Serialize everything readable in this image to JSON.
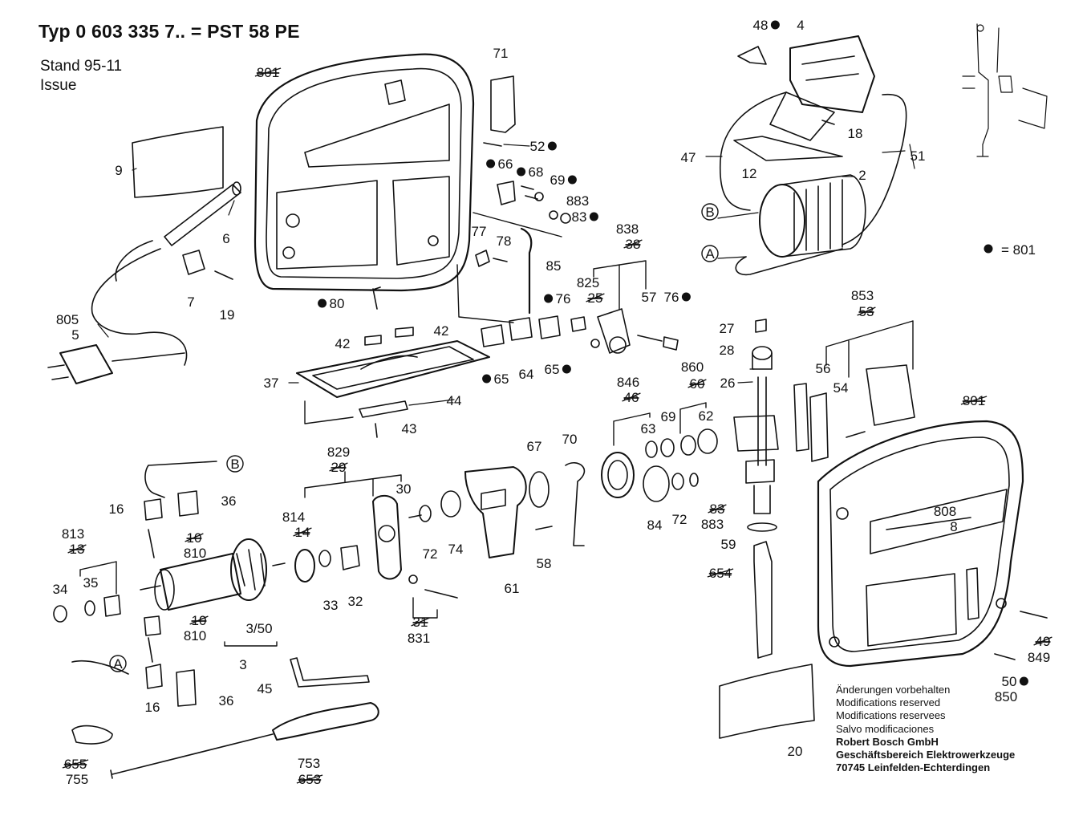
{
  "header": {
    "title": "Typ 0 603 335 7.. = PST 58 PE",
    "stand": "Stand  95-11",
    "issue": "Issue"
  },
  "legend": {
    "dot_label": "= 801"
  },
  "footer": {
    "l1": "Änderungen vorbehalten",
    "l2": "Modifications reserved",
    "l3": "Modifications reservees",
    "l4": "Salvo modificaciones",
    "l5": "Robert Bosch GmbH",
    "l6": "Geschäftsbereich Elektrowerkzeuge",
    "l7": "70745 Leinfelden-Echterdingen"
  },
  "callouts": [
    {
      "t": "801",
      "s": true
    },
    {
      "t": "71"
    },
    {
      "t": "52",
      "dot": "after"
    },
    {
      "t": "9"
    },
    {
      "t": "6"
    },
    {
      "t": "66",
      "dot": "before"
    },
    {
      "t": "68",
      "dot": "before"
    },
    {
      "t": "69",
      "dot": "after"
    },
    {
      "t": "883"
    },
    {
      "t": "83",
      "dot": "after"
    },
    {
      "t": "7"
    },
    {
      "t": "19"
    },
    {
      "t": "77"
    },
    {
      "t": "78"
    },
    {
      "t": "85"
    },
    {
      "t": "805"
    },
    {
      "t": "5"
    },
    {
      "t": "80",
      "dot": "before"
    },
    {
      "t": "42"
    },
    {
      "t": "42"
    },
    {
      "t": "37"
    },
    {
      "t": "44"
    },
    {
      "t": "43"
    },
    {
      "t": "64"
    },
    {
      "t": "65",
      "dot": "before"
    },
    {
      "t": "65",
      "dot": "after"
    },
    {
      "t": "76",
      "dot": "before"
    },
    {
      "t": "838"
    },
    {
      "t": "38",
      "s": true
    },
    {
      "t": "825"
    },
    {
      "t": "25",
      "s": true
    },
    {
      "t": "57"
    },
    {
      "t": "76",
      "dot": "after"
    },
    {
      "t": "48",
      "dot": "after"
    },
    {
      "t": "4"
    },
    {
      "t": "18"
    },
    {
      "t": "47"
    },
    {
      "t": "12"
    },
    {
      "t": "2"
    },
    {
      "t": "51"
    },
    {
      "t": "B",
      "circ": true
    },
    {
      "t": "A",
      "circ": true
    },
    {
      "t": "853"
    },
    {
      "t": "53",
      "s": true
    },
    {
      "t": "27"
    },
    {
      "t": "28"
    },
    {
      "t": "26"
    },
    {
      "t": "56"
    },
    {
      "t": "54"
    },
    {
      "t": "801",
      "s": true
    },
    {
      "t": "846"
    },
    {
      "t": "46",
      "s": true
    },
    {
      "t": "860"
    },
    {
      "t": "60",
      "s": true
    },
    {
      "t": "63"
    },
    {
      "t": "69"
    },
    {
      "t": "62"
    },
    {
      "t": "67"
    },
    {
      "t": "70"
    },
    {
      "t": "61"
    },
    {
      "t": "58"
    },
    {
      "t": "84"
    },
    {
      "t": "72"
    },
    {
      "t": "83",
      "s": true
    },
    {
      "t": "883"
    },
    {
      "t": "59"
    },
    {
      "t": "654",
      "s": true
    },
    {
      "t": "808"
    },
    {
      "t": "8"
    },
    {
      "t": "49",
      "s": true
    },
    {
      "t": "849"
    },
    {
      "t": "50",
      "dot": "after"
    },
    {
      "t": "850"
    },
    {
      "t": "20"
    },
    {
      "t": "829"
    },
    {
      "t": "29",
      "s": true
    },
    {
      "t": "30"
    },
    {
      "t": "814"
    },
    {
      "t": "14",
      "s": true
    },
    {
      "t": "72"
    },
    {
      "t": "74"
    },
    {
      "t": "33"
    },
    {
      "t": "32"
    },
    {
      "t": "31",
      "s": true
    },
    {
      "t": "831"
    },
    {
      "t": "3/50"
    },
    {
      "t": "3"
    },
    {
      "t": "B",
      "circ": true
    },
    {
      "t": "16"
    },
    {
      "t": "36"
    },
    {
      "t": "10",
      "s": true
    },
    {
      "t": "810"
    },
    {
      "t": "813"
    },
    {
      "t": "13",
      "s": true
    },
    {
      "t": "34"
    },
    {
      "t": "35"
    },
    {
      "t": "10",
      "s": true
    },
    {
      "t": "810"
    },
    {
      "t": "A",
      "circ": true
    },
    {
      "t": "16"
    },
    {
      "t": "36"
    },
    {
      "t": "45"
    },
    {
      "t": "655",
      "s": true
    },
    {
      "t": "755"
    },
    {
      "t": "753"
    },
    {
      "t": "653",
      "s": true
    }
  ]
}
